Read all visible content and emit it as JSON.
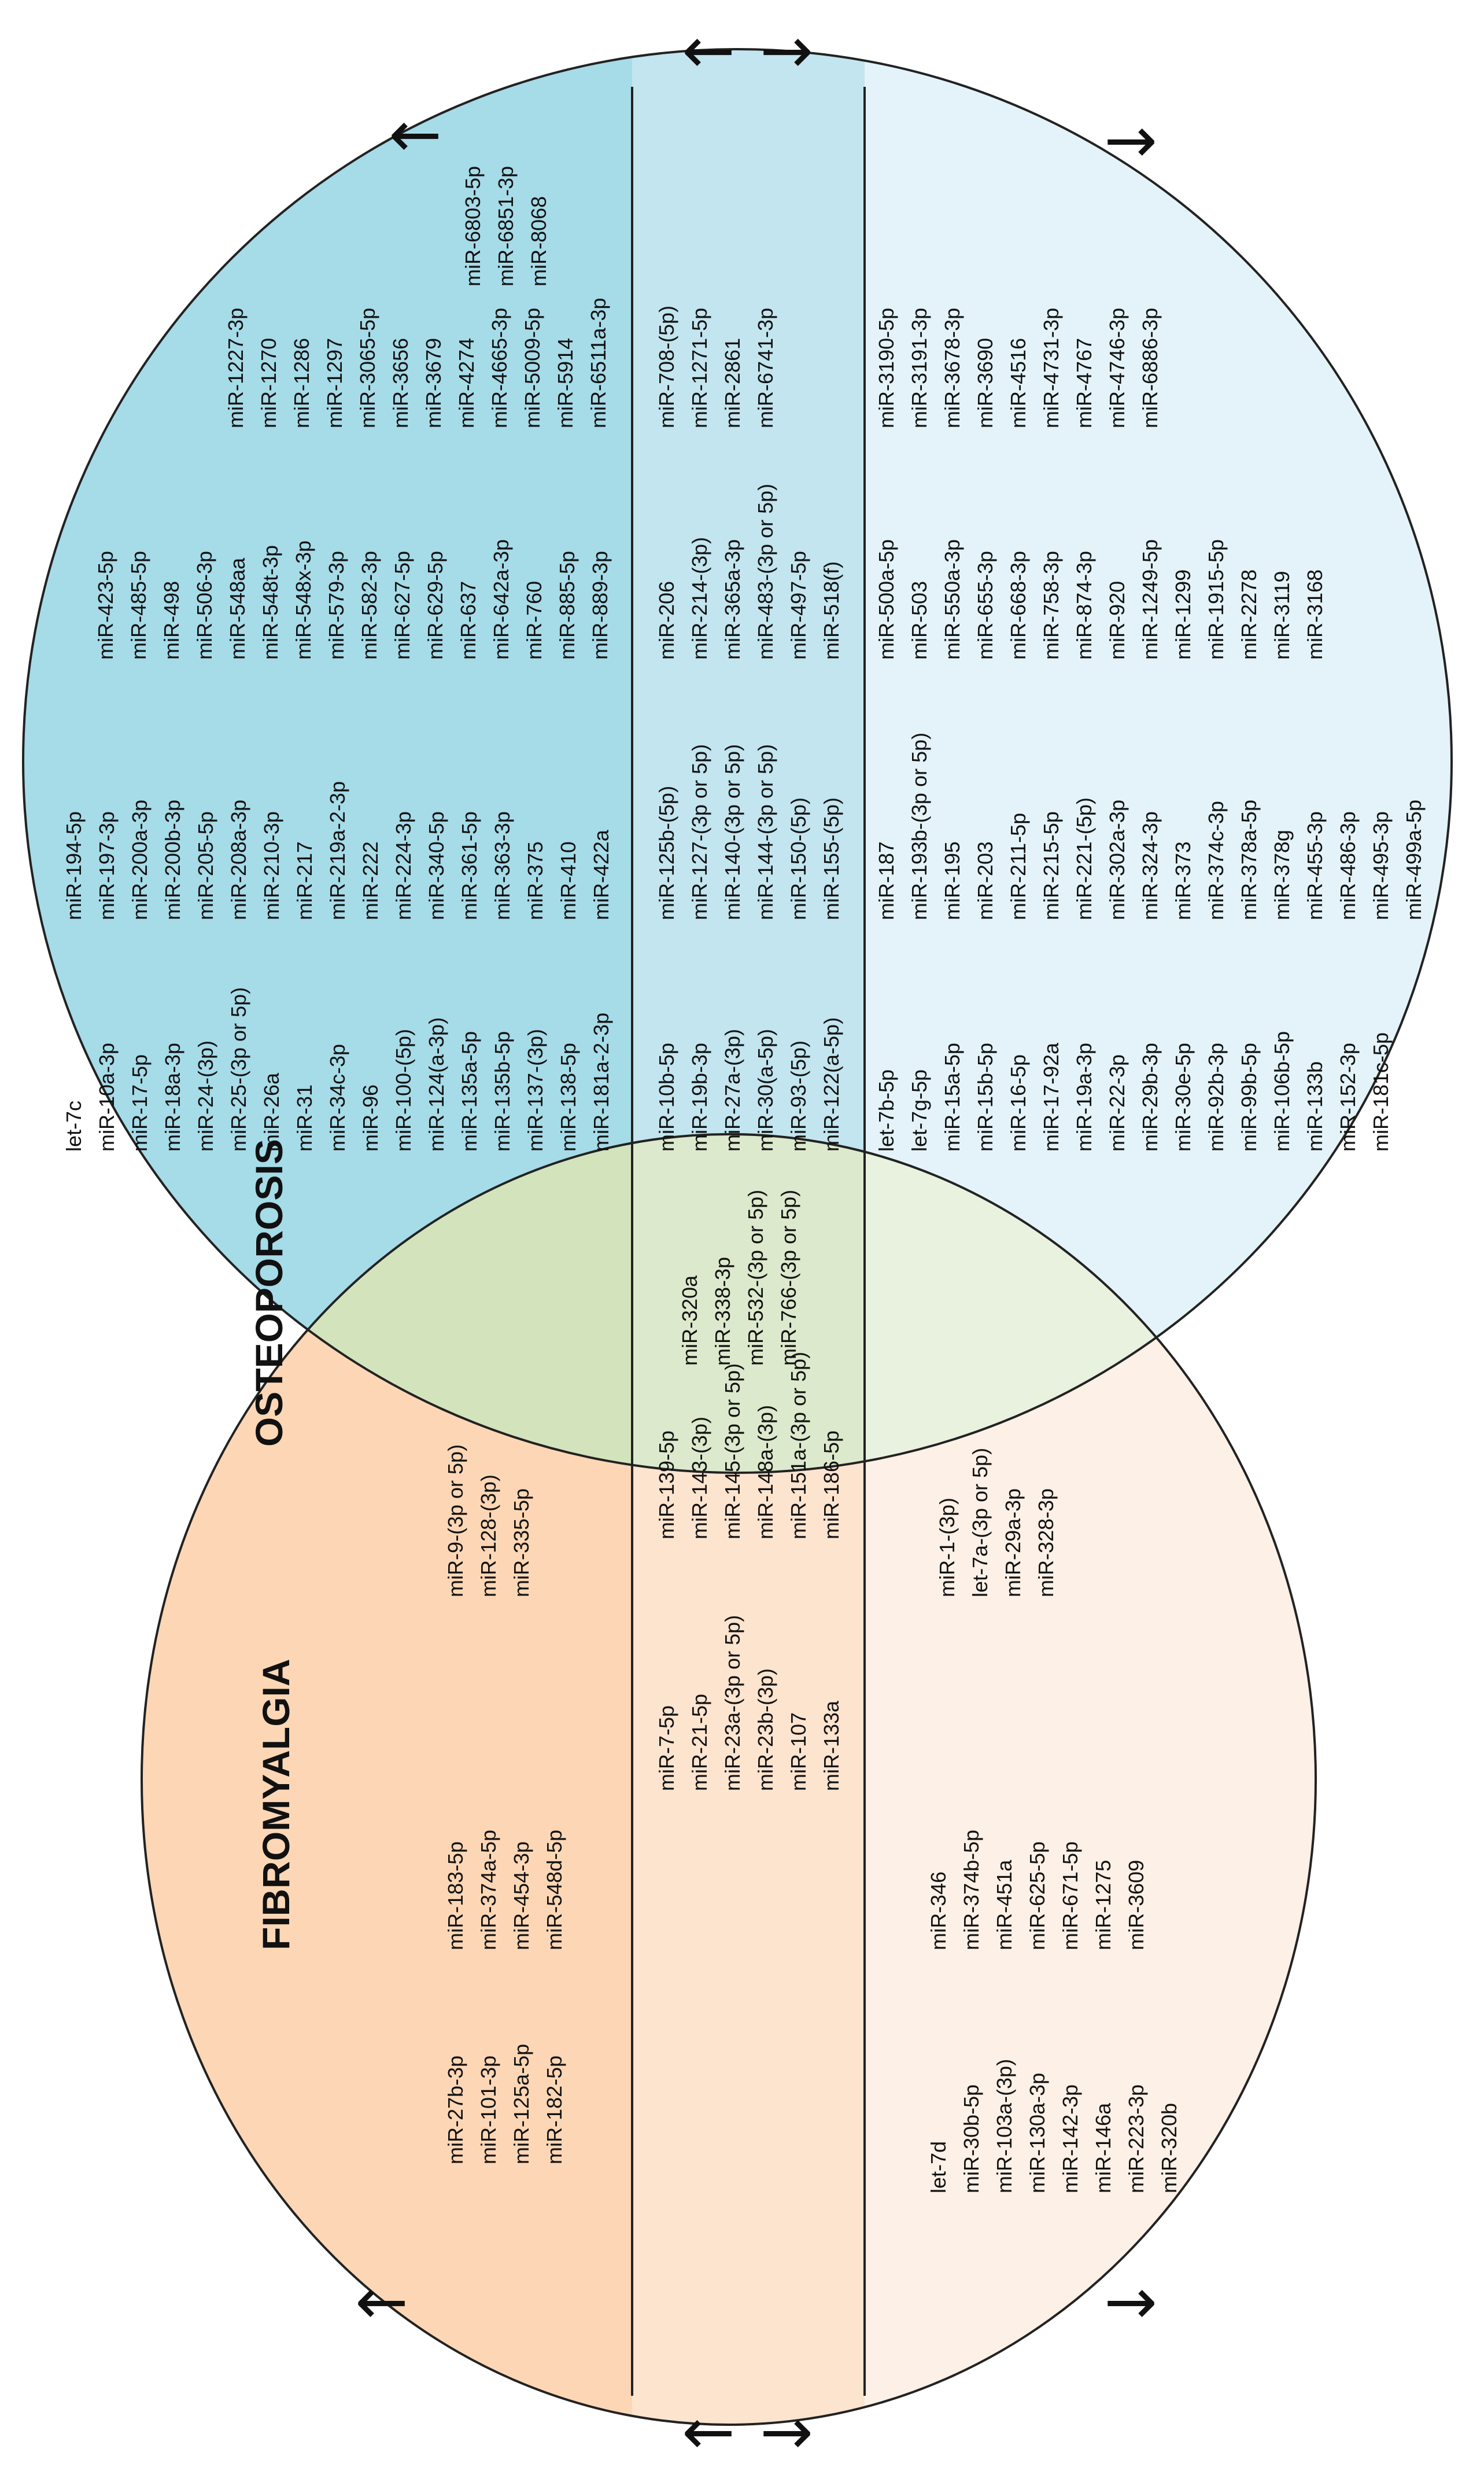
{
  "diagram": {
    "labels": {
      "osteoporosis": "OSTEOPOROSIS",
      "fibromyalgia": "FIBROMYALGIA"
    },
    "colors": {
      "osteo_left": "#a6dbe8",
      "osteo_mid": "#c2e5ef",
      "osteo_right": "#e3f3f9",
      "fibro_left": "#fdd7b5",
      "fibro_mid": "#fde4cf",
      "fibro_right": "#fdf0e6",
      "overlap_left": "#d3e4bd",
      "overlap_mid": "#dde9cc",
      "overlap_right": "#e9f1df",
      "outline": "#222222"
    },
    "arrows": {
      "top_left": "←",
      "top_center_left": "←",
      "top_center_right": "→",
      "top_right": "→",
      "bottom_left": "←",
      "bottom_center_left": "←",
      "bottom_center_right": "→",
      "bottom_right": "→"
    },
    "osteoporosis_only": {
      "left": [
        [
          "let-7c",
          "miR-10a-3p",
          "miR-17-5p",
          "miR-18a-3p",
          "miR-24-(3p)",
          "miR-25-(3p or 5p)",
          "miR-26a",
          "miR-31",
          "miR-34c-3p",
          "miR-96",
          "miR-100-(5p)",
          "miR-124(a-3p)",
          "miR-135a-5p",
          "miR-135b-5p",
          "miR-137-(3p)",
          "miR-138-5p",
          "miR-181a-2-3p"
        ],
        [
          "miR-194-5p",
          "miR-197-3p",
          "miR-200a-3p",
          "miR-200b-3p",
          "miR-205-5p",
          "miR-208a-3p",
          "miR-210-3p",
          "miR-217",
          "miR-219a-2-3p",
          "miR-222",
          "miR-224-3p",
          "miR-340-5p",
          "miR-361-5p",
          "miR-363-3p",
          "miR-375",
          "miR-410",
          "miR-422a"
        ],
        [
          "miR-423-5p",
          "miR-485-5p",
          "miR-498",
          "miR-506-3p",
          "miR-548aa",
          "miR-548t-3p",
          "miR-548x-3p",
          "miR-579-3p",
          "miR-582-3p",
          "miR-627-5p",
          "miR-629-5p",
          "miR-637",
          "miR-642a-3p",
          "miR-760",
          "miR-885-5p",
          "miR-889-3p"
        ],
        [
          "miR-1227-3p",
          "miR-1270",
          "miR-1286",
          "miR-1297",
          "miR-3065-5p",
          "miR-3656",
          "miR-3679",
          "miR-4274",
          "miR-4665-3p",
          "miR-5009-5p",
          "miR-5914",
          "miR-6511a-3p"
        ],
        [
          "miR-6803-5p",
          "miR-6851-3p",
          "miR-8068"
        ]
      ],
      "middle": [
        [
          "miR-10b-5p",
          "miR-19b-3p",
          "miR-27a-(3p)",
          "miR-30(a-5p)",
          "miR-93-(5p)",
          "miR-122(a-5p)"
        ],
        [
          "miR-125b-(5p)",
          "miR-127-(3p or 5p)",
          "miR-140-(3p or 5p)",
          "miR-144-(3p or 5p)",
          "miR-150-(5p)",
          "miR-155-(5p)"
        ],
        [
          "miR-206",
          "miR-214-(3p)",
          "miR-365a-3p",
          "miR-483-(3p or 5p)",
          "miR-497-5p",
          "miR-518(f)"
        ],
        [
          "miR-708-(5p)",
          "miR-1271-5p",
          "miR-2861",
          "miR-6741-3p"
        ]
      ],
      "right": [
        [
          "let-7b-5p",
          "let-7g-5p",
          "miR-15a-5p",
          "miR-15b-5p",
          "miR-16-5p",
          "miR-17-92a",
          "miR-19a-3p",
          "miR-22-3p",
          "miR-29b-3p",
          "miR-30e-5p",
          "miR-92b-3p",
          "miR-99b-5p",
          "miR-106b-5p",
          "miR-133b",
          "miR-152-3p",
          "miR-181c-5p"
        ],
        [
          "miR-187",
          "miR-193b-(3p or 5p)",
          "miR-195",
          "miR-203",
          "miR-211-5p",
          "miR-215-5p",
          "miR-221-(5p)",
          "miR-302a-3p",
          "miR-324-3p",
          "miR-373",
          "miR-374c-3p",
          "miR-378a-5p",
          "miR-378g",
          "miR-455-3p",
          "miR-486-3p",
          "miR-495-3p",
          "miR-499a-5p"
        ],
        [
          "miR-500a-5p",
          "miR-503",
          "miR-550a-3p",
          "miR-655-3p",
          "miR-668-3p",
          "miR-758-3p",
          "miR-874-3p",
          "miR-920",
          "miR-1249-5p",
          "miR-1299",
          "miR-1915-5p",
          "miR-2278",
          "miR-3119",
          "miR-3168"
        ],
        [
          "miR-3190-5p",
          "miR-3191-3p",
          "miR-3678-3p",
          "miR-3690",
          "miR-4516",
          "miR-4731-3p",
          "miR-4767",
          "miR-4746-3p",
          "miR-6886-3p"
        ]
      ]
    },
    "shared": {
      "left": [
        [
          "miR-9-(3p or 5p)",
          "miR-128-(3p)",
          "miR-335-5p"
        ]
      ],
      "middle": [
        [
          "miR-7-5p",
          "miR-21-5p",
          "miR-23a-(3p or 5p)",
          "miR-23b-(3p)",
          "miR-107",
          "miR-133a"
        ],
        [
          "miR-139-5p",
          "miR-143-(3p)",
          "miR-145-(3p or 5p)",
          "miR-148a-(3p)",
          "miR-151a-(3p or 5p)",
          "miR-186-5p"
        ],
        [
          "miR-320a",
          "miR-338-3p",
          "miR-532-(3p or 5p)",
          "miR-766-(3p or 5p)"
        ]
      ],
      "right": [
        [
          "miR-1-(3p)",
          "let-7a-(3p or 5p)",
          "miR-29a-3p",
          "miR-328-3p"
        ]
      ]
    },
    "fibromyalgia_only": {
      "left": [
        [
          "miR-183-5p",
          "miR-374a-5p",
          "miR-454-3p",
          "miR-548d-5p"
        ],
        [
          "miR-27b-3p",
          "miR-101-3p",
          "miR-125a-5p",
          "miR-182-5p"
        ]
      ],
      "middle": [],
      "right": [
        [
          "miR-346",
          "miR-374b-5p",
          "miR-451a",
          "miR-625-5p",
          "miR-671-5p",
          "miR-1275",
          "miR-3609"
        ],
        [
          "let-7d",
          "miR-30b-5p",
          "miR-103a-(3p)",
          "miR-130a-3p",
          "miR-142-3p",
          "miR-146a",
          "miR-223-3p",
          "miR-320b"
        ]
      ]
    }
  }
}
